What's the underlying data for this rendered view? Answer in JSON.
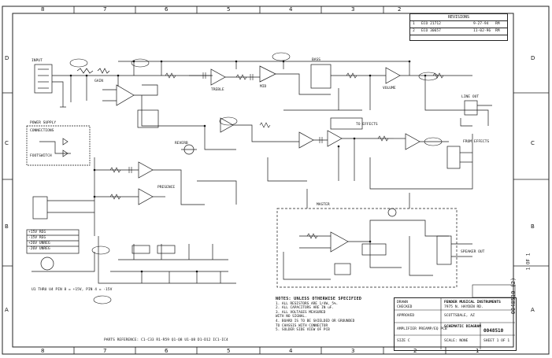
{
  "zones": {
    "top": [
      "8",
      "7",
      "6",
      "5",
      "4",
      "3",
      "2"
    ],
    "bottom": [
      "8",
      "7",
      "6",
      "5",
      "4",
      "3",
      "2",
      "1"
    ],
    "left": [
      "D",
      "C",
      "B",
      "A"
    ],
    "right": [
      "D",
      "C",
      "B",
      "A"
    ]
  },
  "revisions": {
    "heading": "REVISIONS",
    "rows": [
      {
        "rev": "1",
        "desc": "ECO 21712",
        "date": "9-27-94",
        "by": "RM"
      },
      {
        "rev": "2",
        "desc": "ECO 30657",
        "date": "11-02-96",
        "by": "RM"
      }
    ]
  },
  "notes": {
    "title": "NOTES: UNLESS OTHERWISE SPECIFIED",
    "lines": [
      "1. ALL RESISTORS ARE 1/4W, 5%.",
      "2. ALL CAPACITORS ARE IN uF.",
      "3. ALL VOLTAGES MEASURED",
      "   WITH NO SIGNAL.",
      "4. BOARD IS TO BE SHIELDED OR GROUNDED",
      "   TO CHASSIS WITH CONNECTOR",
      "5. SOLDER SIDE VIEW OF PCB"
    ],
    "parts_list": "PARTS REFERENCE: C1-C33  R1-R59  Q1-Q8  U1-U8  D1-D12  IC1-IC4"
  },
  "title_block": {
    "company": "FENDER MUSICAL INSTRUMENTS",
    "address": "7975 N. HAYDEN RD.",
    "city": "SCOTTSDALE, AZ",
    "title": "SCHEMATIC DIAGRAM",
    "model": "AMPLIFIER PREAMP/EQ PCB",
    "drawing_no": "0048510",
    "sheet": "SHEET 1 OF 1",
    "scale": "SCALE: NONE",
    "drawn": "DRAWN",
    "checked": "CHECKED",
    "approved": "APPROVED",
    "size": "SIZE C",
    "side_number": "0048510 (2)",
    "side_sheet": "1 OF 1"
  },
  "labels": {
    "jack_in": "INPUT",
    "power": "POWER SUPPLY",
    "power_sub": "CONNECTIONS",
    "footswitch": "FOOTSWITCH",
    "fx_send": "TO EFFECTS",
    "fx_return": "FROM EFFECTS",
    "speaker": "SPEAKER OUT",
    "line_out": "LINE OUT",
    "reverb": "REVERB",
    "gain": "GAIN",
    "treble": "TREBLE",
    "middle": "MID",
    "bass": "BASS",
    "volume": "VOLUME",
    "master": "MASTER",
    "presence": "PRESENCE",
    "voltage_legend_1": "+15V  REG",
    "voltage_legend_2": "-15V  REG",
    "voltage_legend_3": "+26V  UNREG",
    "voltage_legend_4": "-26V  UNREG",
    "ic_note": "U1 THRU U4 PIN 8 = +15V, PIN 4 = -15V"
  }
}
